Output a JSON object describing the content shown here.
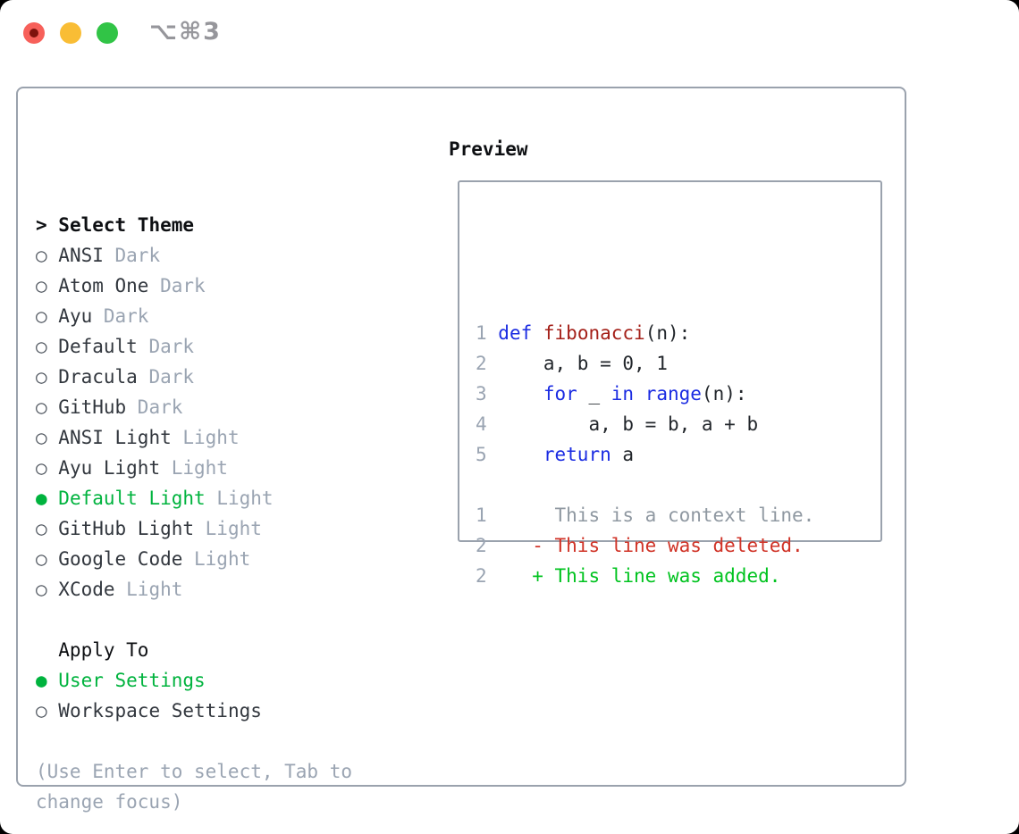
{
  "colors": {
    "traffic_red": "#f7605a",
    "traffic_red_dot": "#7e120d",
    "traffic_yellow": "#f9bd35",
    "traffic_green": "#31c446",
    "title_gray": "#96969b",
    "panel_border": "#9aa2ad",
    "header_black": "#0d0f12",
    "text_dark": "#32373e",
    "marker_gray": "#4e555e",
    "muted_gray": "#9aa4b2",
    "accent_green": "#00b33e",
    "code_fg": "#22262b",
    "keyword_blue": "#1b2ce2",
    "function_red": "#a42019",
    "context_gray": "#8f98a1",
    "deleted_red": "#d03327",
    "added_green": "#00c31f"
  },
  "titlebar": {
    "title": "⌥⌘3",
    "close_label": "close",
    "minimize_label": "minimize",
    "zoom_label": "zoom"
  },
  "theme_list": {
    "header_prefix": ">",
    "header_label": "Select Theme",
    "items": [
      {
        "name": "ANSI",
        "variant": "Dark",
        "selected": false
      },
      {
        "name": "Atom One",
        "variant": "Dark",
        "selected": false
      },
      {
        "name": "Ayu",
        "variant": "Dark",
        "selected": false
      },
      {
        "name": "Default",
        "variant": "Dark",
        "selected": false
      },
      {
        "name": "Dracula",
        "variant": "Dark",
        "selected": false
      },
      {
        "name": "GitHub",
        "variant": "Dark",
        "selected": false
      },
      {
        "name": "ANSI Light",
        "variant": "Light",
        "selected": false
      },
      {
        "name": "Ayu Light",
        "variant": "Light",
        "selected": false
      },
      {
        "name": "Default Light",
        "variant": "Light",
        "selected": true
      },
      {
        "name": "GitHub Light",
        "variant": "Light",
        "selected": false
      },
      {
        "name": "Google Code",
        "variant": "Light",
        "selected": false
      },
      {
        "name": "XCode",
        "variant": "Light",
        "selected": false
      }
    ],
    "marker_selected": "●",
    "marker_unselected": "○"
  },
  "apply_to": {
    "header": "Apply To",
    "options": [
      {
        "label": "User Settings",
        "selected": true
      },
      {
        "label": "Workspace Settings",
        "selected": false
      }
    ]
  },
  "hint": {
    "lines": [
      "(Use Enter to select, Tab to",
      "change focus)"
    ]
  },
  "preview": {
    "header": "Preview",
    "lines": [
      {
        "num": "1",
        "segments": [
          {
            "text": "def",
            "color": "keyword"
          },
          {
            "text": " "
          },
          {
            "text": "fibonacci",
            "color": "function"
          },
          {
            "text": "(n):"
          }
        ]
      },
      {
        "num": "2",
        "segments": [
          {
            "text": "    a, b = 0, 1"
          }
        ]
      },
      {
        "num": "3",
        "segments": [
          {
            "text": "    "
          },
          {
            "text": "for",
            "color": "keyword"
          },
          {
            "text": " _ "
          },
          {
            "text": "in",
            "color": "keyword"
          },
          {
            "text": " "
          },
          {
            "text": "range",
            "color": "keyword"
          },
          {
            "text": "(n):"
          }
        ]
      },
      {
        "num": "4",
        "segments": [
          {
            "text": "        a, b = b, a + b"
          }
        ]
      },
      {
        "num": "5",
        "segments": [
          {
            "text": "    "
          },
          {
            "text": "return",
            "color": "keyword"
          },
          {
            "text": " a"
          }
        ]
      },
      {
        "num": "",
        "segments": []
      },
      {
        "num": "1",
        "segments": [
          {
            "text": "     This is a context line.",
            "color": "context"
          }
        ]
      },
      {
        "num": "2",
        "segments": [
          {
            "text": "   - This line was deleted.",
            "color": "deleted"
          }
        ]
      },
      {
        "num": "2",
        "segments": [
          {
            "text": "   + This line was added.",
            "color": "added"
          }
        ]
      }
    ]
  }
}
